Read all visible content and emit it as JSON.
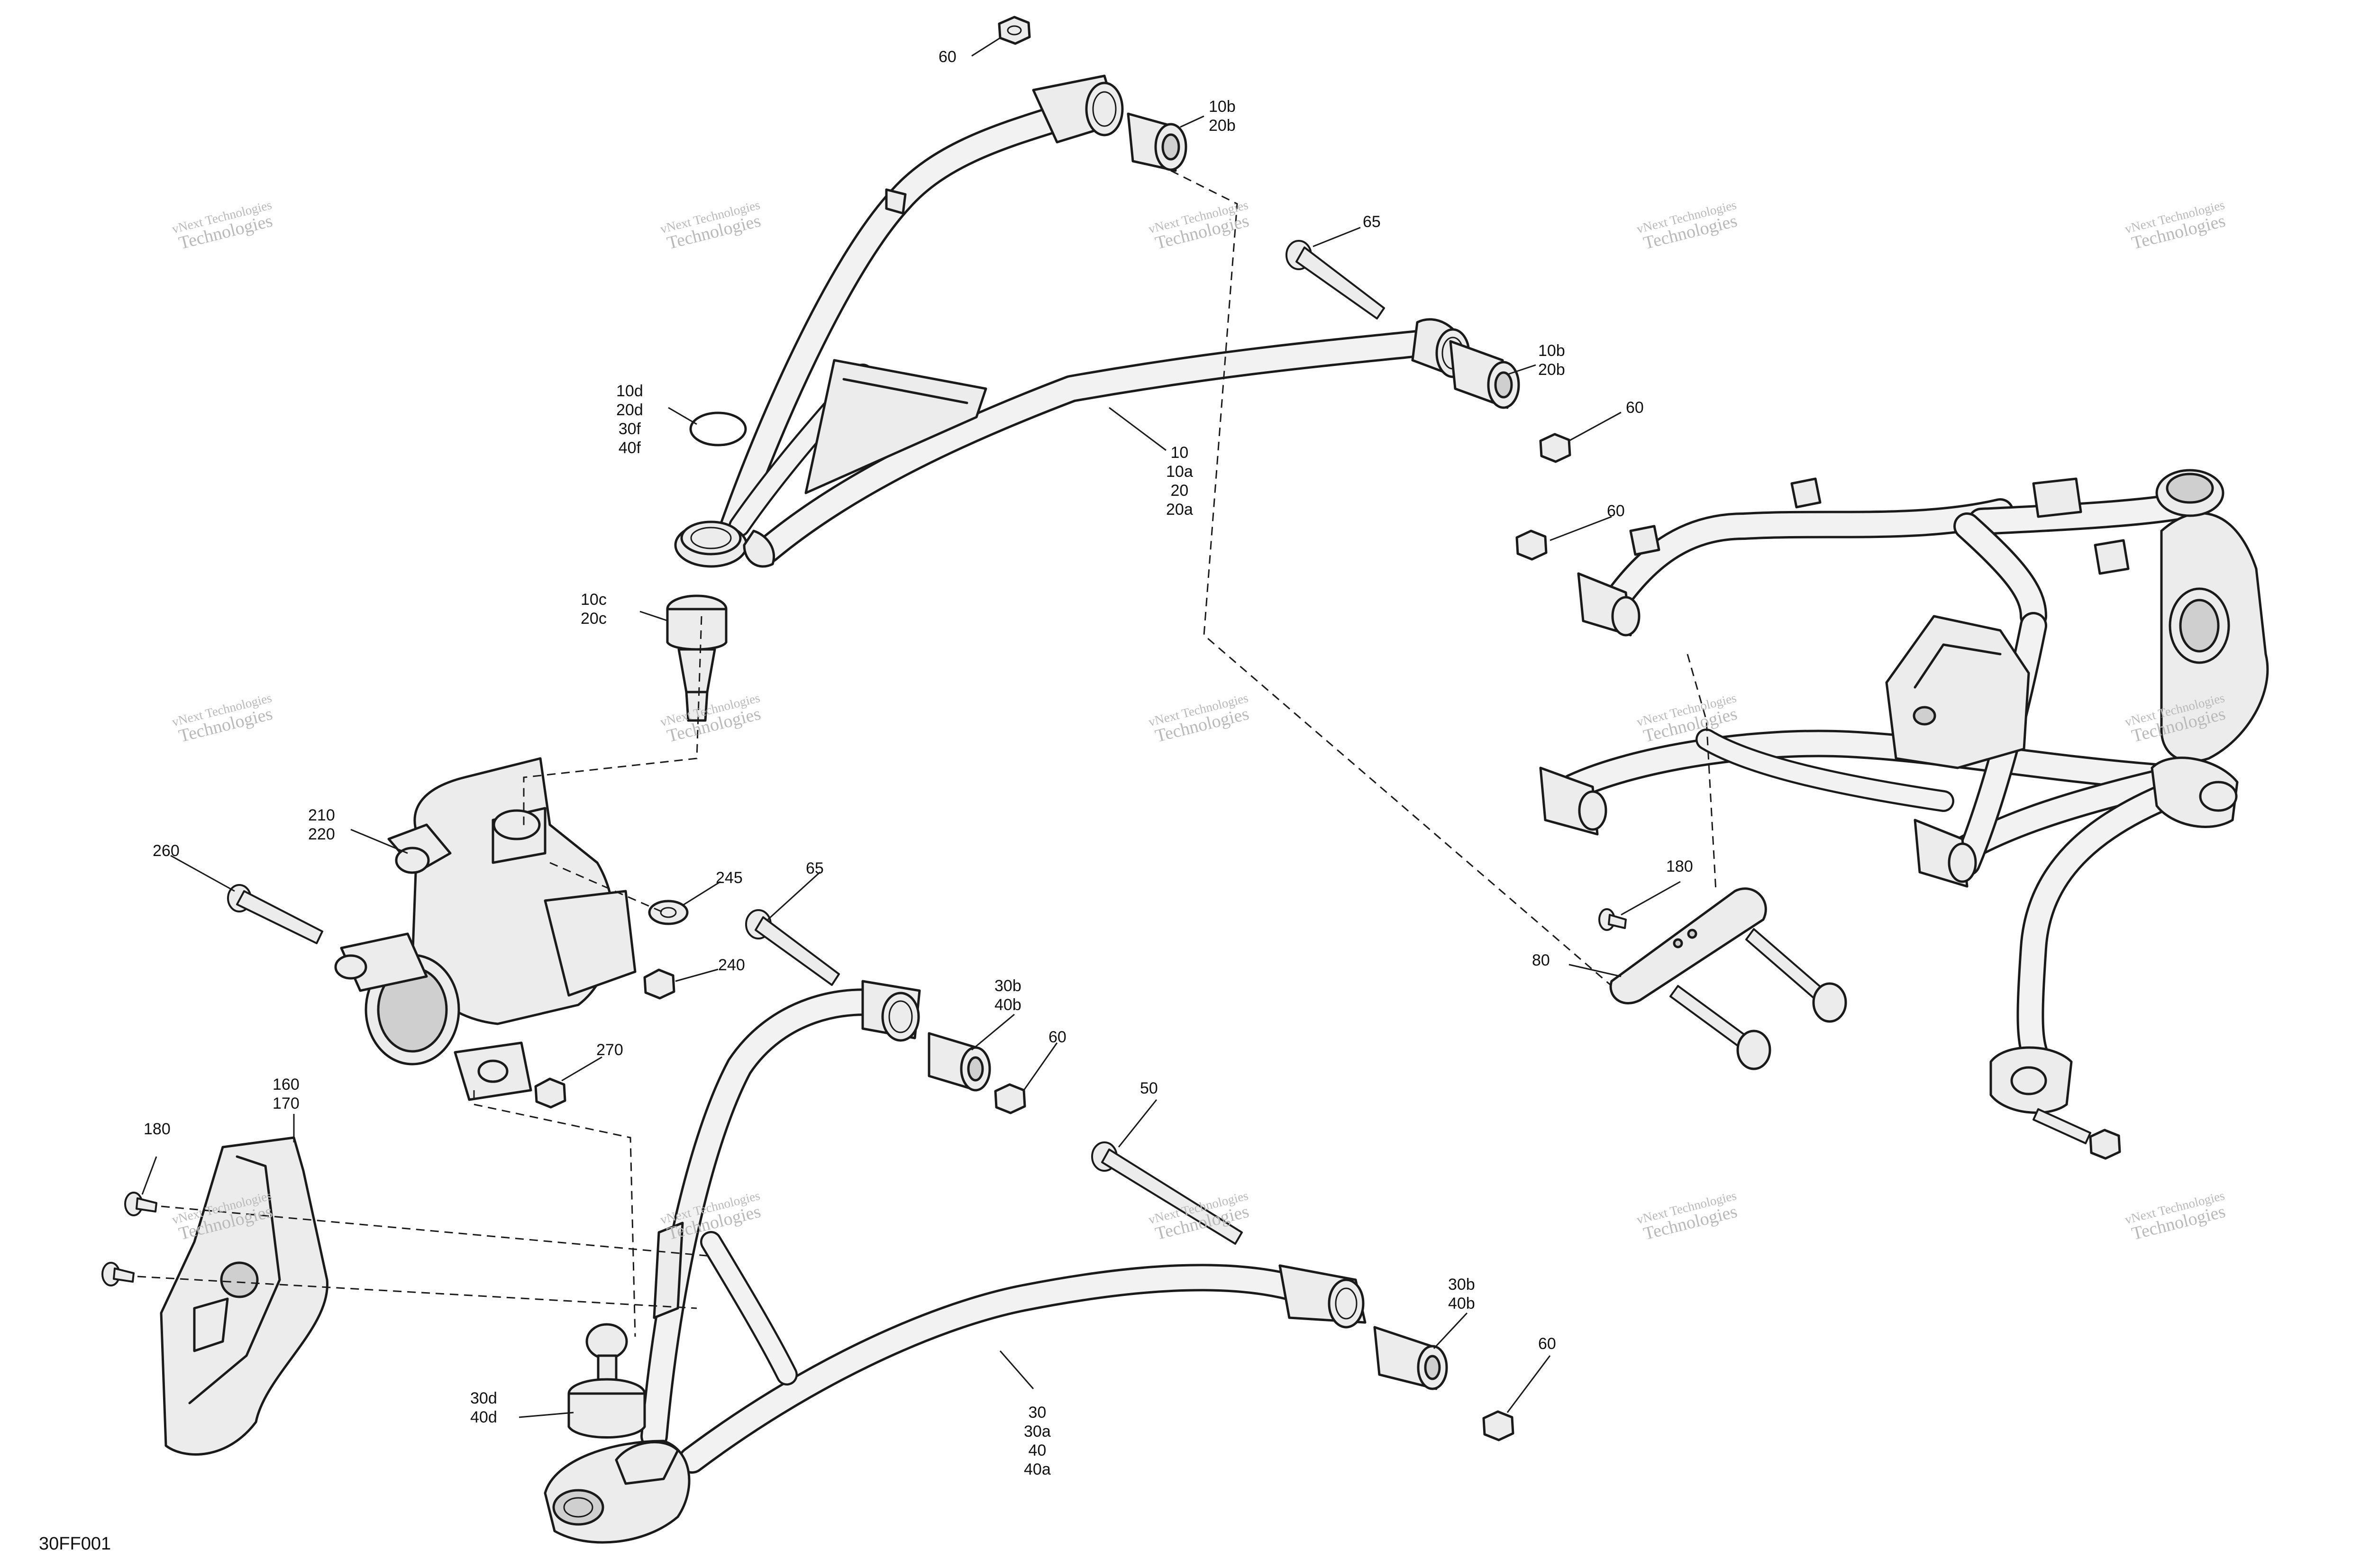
{
  "diagram": {
    "code": "30FF001",
    "watermark": {
      "line1": "vNext Technologies",
      "line2": "Technologies"
    },
    "callouts": [
      {
        "id": "c60-top",
        "lines": [
          "60"
        ]
      },
      {
        "id": "c10b-top",
        "lines": [
          "10b",
          "20b"
        ]
      },
      {
        "id": "c65-top",
        "lines": [
          "65"
        ]
      },
      {
        "id": "c10b-mid",
        "lines": [
          "10b",
          "20b"
        ]
      },
      {
        "id": "c60-mid",
        "lines": [
          "60"
        ]
      },
      {
        "id": "c10d",
        "lines": [
          "10d",
          "20d",
          "30f",
          "40f"
        ]
      },
      {
        "id": "c10",
        "lines": [
          "10",
          "10a",
          "20",
          "20a"
        ]
      },
      {
        "id": "c10c",
        "lines": [
          "10c",
          "20c"
        ]
      },
      {
        "id": "c60-right",
        "lines": [
          "60"
        ]
      },
      {
        "id": "c210",
        "lines": [
          "210",
          "220"
        ]
      },
      {
        "id": "c260",
        "lines": [
          "260"
        ]
      },
      {
        "id": "c245",
        "lines": [
          "245"
        ]
      },
      {
        "id": "c65-mid",
        "lines": [
          "65"
        ]
      },
      {
        "id": "c240",
        "lines": [
          "240"
        ]
      },
      {
        "id": "c30b-top",
        "lines": [
          "30b",
          "40b"
        ]
      },
      {
        "id": "c60-low",
        "lines": [
          "60"
        ]
      },
      {
        "id": "c270",
        "lines": [
          "270"
        ]
      },
      {
        "id": "c180-right",
        "lines": [
          "180"
        ]
      },
      {
        "id": "c80",
        "lines": [
          "80"
        ]
      },
      {
        "id": "c160",
        "lines": [
          "160",
          "170"
        ]
      },
      {
        "id": "c180-left",
        "lines": [
          "180"
        ]
      },
      {
        "id": "c50",
        "lines": [
          "50"
        ]
      },
      {
        "id": "c30b-bot",
        "lines": [
          "30b",
          "40b"
        ]
      },
      {
        "id": "c60-bot",
        "lines": [
          "60"
        ]
      },
      {
        "id": "c30d",
        "lines": [
          "30d",
          "40d"
        ]
      },
      {
        "id": "c30",
        "lines": [
          "30",
          "30a",
          "40",
          "40a"
        ]
      }
    ]
  }
}
